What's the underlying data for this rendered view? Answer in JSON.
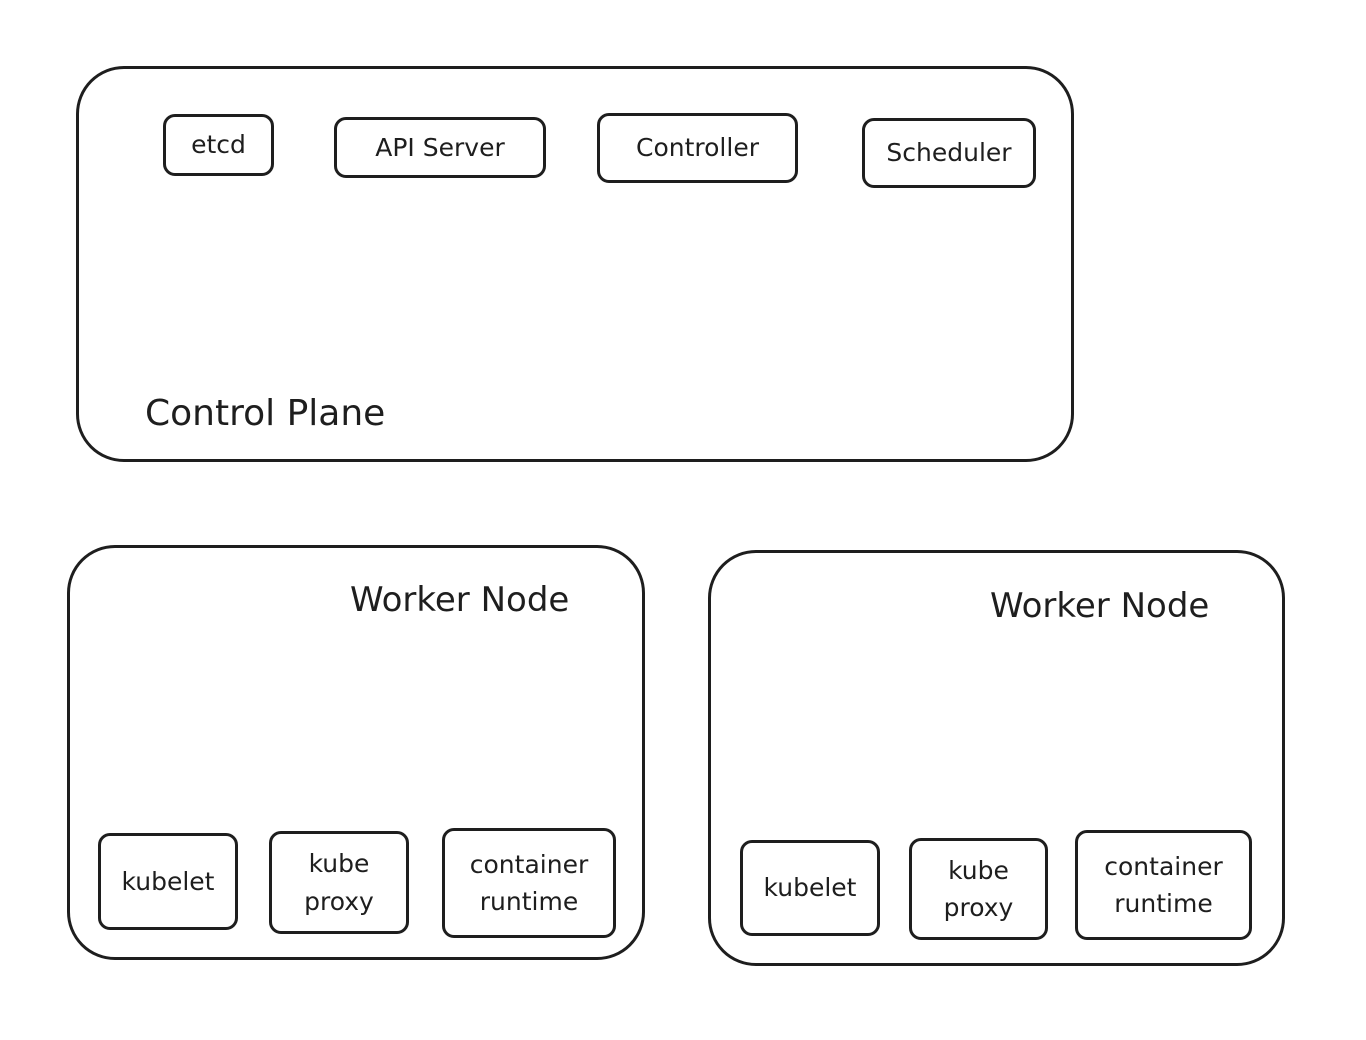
{
  "control_plane": {
    "label": "Control Plane",
    "components": [
      "etcd",
      "API Server",
      "Controller",
      "Scheduler"
    ]
  },
  "worker_nodes": [
    {
      "label": "Worker Node",
      "components": [
        [
          "kubelet"
        ],
        [
          "kube",
          "proxy"
        ],
        [
          "container",
          "runtime"
        ]
      ]
    },
    {
      "label": "Worker Node",
      "components": [
        [
          "kubelet"
        ],
        [
          "kube",
          "proxy"
        ],
        [
          "container",
          "runtime"
        ]
      ]
    }
  ]
}
